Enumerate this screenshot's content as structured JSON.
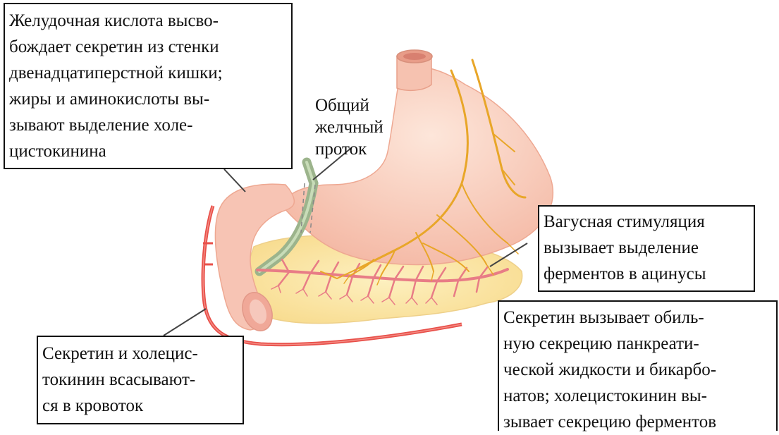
{
  "labels": {
    "gastric_acid": [
      "Желудочная кислота высво-",
      "бождает секретин из стенки",
      "двенадцатиперстной кишки;",
      "жиры и аминокислоты вы-",
      "зывают выделение холе-",
      "цистокинина"
    ],
    "common_bile_duct": [
      "Общий",
      "желчный",
      "проток"
    ],
    "vagal": [
      "Вагусная стимуляция",
      "вызывает выделение",
      "ферментов в ацинусы"
    ],
    "secretin_effect": [
      "Секретин вызывает обиль-",
      "ную секрецию панкреати-",
      "ческой жидкости и бикарбо-",
      "натов; холецистокинин вы-",
      "зывает секрецию ферментов"
    ],
    "absorption": [
      "Секретин и холецис-",
      "токинин всасывают-",
      "ся в кровоток"
    ]
  },
  "colors": {
    "stomach": "#f7c4b4",
    "stomach_light": "#fbe0d4",
    "pancreas": "#fbe3a0",
    "pancreatic_duct": "#e87c86",
    "artery": "#e8504a",
    "vagus_nerve": "#e8a628",
    "bile_duct": "#9cb48c"
  }
}
